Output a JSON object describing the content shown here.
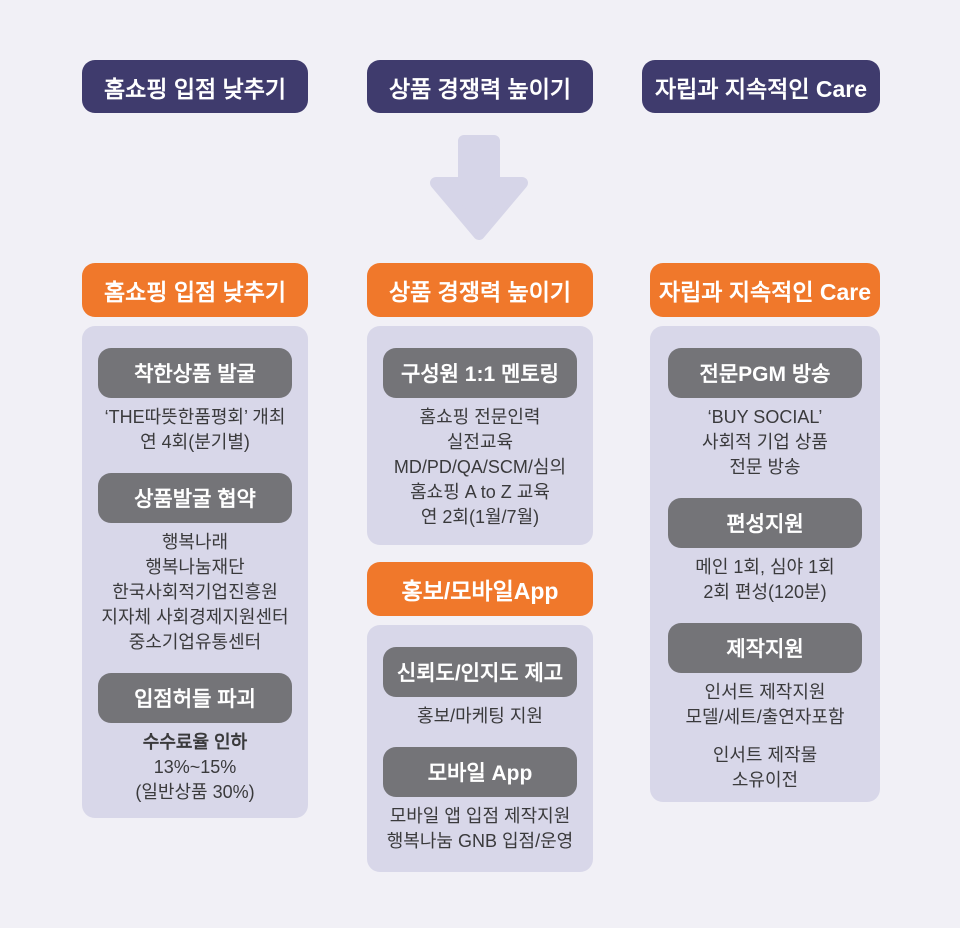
{
  "colors": {
    "background": "#f1f0f6",
    "navy": "#3f3b6d",
    "orange": "#f0782b",
    "panel": "#d8d7e9",
    "pill": "#747478",
    "arrow": "#d6d5e8",
    "text": "#3a3a3c"
  },
  "top_flow": {
    "arrow_icon": "down-arrow",
    "buttons": [
      {
        "label": "홈쇼핑 입점 낮추기"
      },
      {
        "label": "상품 경쟁력 높이기"
      },
      {
        "label": "자립과 지속적인 Care"
      }
    ]
  },
  "columns": [
    {
      "groups": [
        {
          "header": "홈쇼핑 입점 낮추기",
          "sections": [
            {
              "pill": "착한상품 발굴",
              "lines": [
                "‘THE따뜻한품평회’ 개최",
                "연 4회(분기별)"
              ]
            },
            {
              "pill": "상품발굴 협약",
              "lines": [
                "행복나래",
                "행복나눔재단",
                "한국사회적기업진흥원",
                "지자체 사회경제지원센터",
                "중소기업유통센터"
              ]
            },
            {
              "pill": "입점허들 파괴",
              "emphasis": "수수료율 인하",
              "lines": [
                "13%~15%",
                "(일반상품 30%)"
              ]
            }
          ]
        }
      ]
    },
    {
      "groups": [
        {
          "header": "상품 경쟁력 높이기",
          "sections": [
            {
              "pill": "구성원 1:1 멘토링",
              "lines": [
                "홈쇼핑 전문인력",
                "실전교육",
                "MD/PD/QA/SCM/심의",
                "홈쇼핑 A to Z 교육",
                "연 2회(1월/7월)"
              ]
            }
          ]
        },
        {
          "header": "홍보/모바일App",
          "sections": [
            {
              "pill": "신뢰도/인지도 제고",
              "lines": [
                "홍보/마케팅 지원"
              ]
            },
            {
              "pill": "모바일 App",
              "lines": [
                "모바일 앱 입점 제작지원",
                "행복나눔 GNB 입점/운영"
              ]
            }
          ]
        }
      ]
    },
    {
      "groups": [
        {
          "header": "자립과 지속적인 Care",
          "sections": [
            {
              "pill": "전문PGM 방송",
              "lines": [
                "‘BUY SOCIAL’",
                "사회적 기업 상품",
                "전문 방송"
              ]
            },
            {
              "pill": "편성지원",
              "lines": [
                "메인 1회, 심야 1회",
                "2회 편성(120분)"
              ]
            },
            {
              "pill": "제작지원",
              "lines": [
                "인서트 제작지원",
                "모델/세트/출연자포함"
              ],
              "lines2": [
                "인서트 제작물",
                "소유이전"
              ]
            }
          ]
        }
      ]
    }
  ]
}
